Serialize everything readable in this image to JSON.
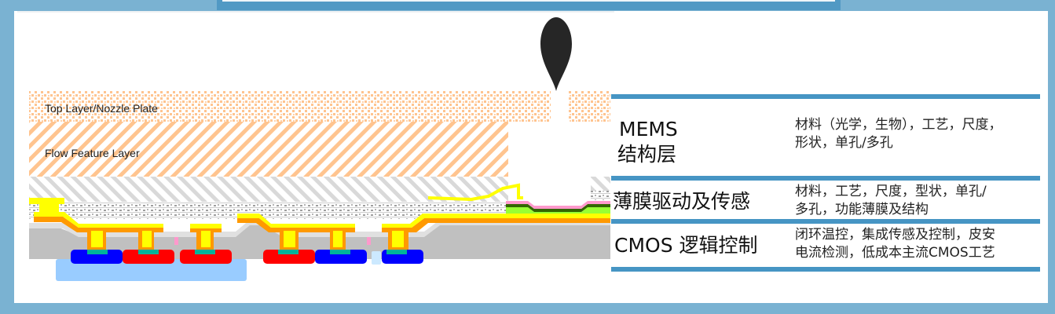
{
  "diagram": {
    "layer_labels": {
      "top_layer": "Top Layer/Nozzle Plate",
      "flow_feature": "Flow Feature Layer"
    },
    "icons": {
      "droplet": "ink-droplet-icon"
    },
    "colors": {
      "frame": "#7ab2d2",
      "accent_bar": "#5199c4",
      "table_rule": "#4695c4",
      "nozzle_plate": "#ffc48f",
      "metal_yellow": "#ffff00",
      "metal_orange": "#ff9900",
      "substrate_gray": "#c0c0c0",
      "n_well_blue": "#0000ff",
      "p_well_red": "#ff0000",
      "well_light_blue": "#99ccff",
      "contact_teal": "#00b39a",
      "film_pink": "#ff99cc",
      "film_dark_green": "#336600",
      "film_light_green": "#99ff33",
      "droplet": "#262626"
    }
  },
  "table": {
    "rows": [
      {
        "title_line1": "MEMS",
        "title_line2": "结构层",
        "desc_line1": "材料（光学，生物），工艺，尺度，",
        "desc_line2": "形状，单孔/多孔"
      },
      {
        "title_line1": "薄膜驱动及传感",
        "desc_line1": "材料，工艺，尺度，型状，单孔/",
        "desc_line2": "多孔，功能薄膜及结构"
      },
      {
        "title_line1": "CMOS 逻辑控制",
        "desc_line1": "闭环温控，集成传感及控制，皮安",
        "desc_line2": "电流检测，低成本主流CMOS工艺"
      }
    ]
  }
}
